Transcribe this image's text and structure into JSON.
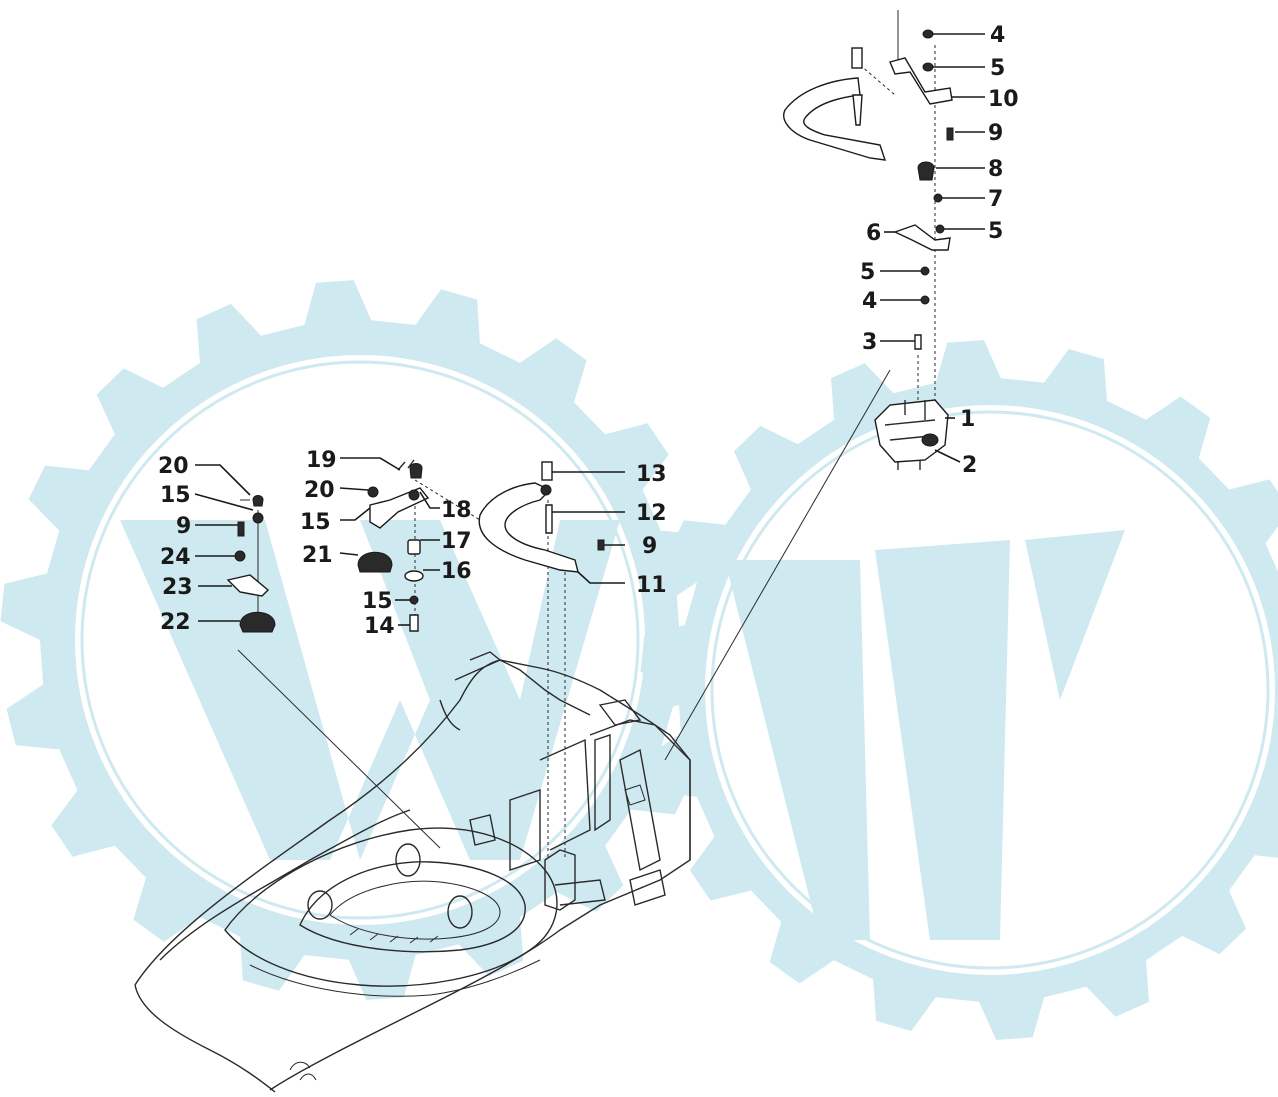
{
  "diagram": {
    "watermark_color": "#cfe9f1",
    "ink_color": "#1a1a1a",
    "callouts": [
      {
        "id": "c4a",
        "label": "4"
      },
      {
        "id": "c5a",
        "label": "5"
      },
      {
        "id": "c10",
        "label": "10"
      },
      {
        "id": "c9a",
        "label": "9"
      },
      {
        "id": "c8",
        "label": "8"
      },
      {
        "id": "c7",
        "label": "7"
      },
      {
        "id": "c6",
        "label": "6"
      },
      {
        "id": "c5b",
        "label": "5"
      },
      {
        "id": "c5c",
        "label": "5"
      },
      {
        "id": "c4b",
        "label": "4"
      },
      {
        "id": "c3",
        "label": "3"
      },
      {
        "id": "c1",
        "label": "1"
      },
      {
        "id": "c2",
        "label": "2"
      },
      {
        "id": "c13",
        "label": "13"
      },
      {
        "id": "c12",
        "label": "12"
      },
      {
        "id": "c9b",
        "label": "9"
      },
      {
        "id": "c11",
        "label": "11"
      },
      {
        "id": "c19",
        "label": "19"
      },
      {
        "id": "c20a",
        "label": "20"
      },
      {
        "id": "c15a",
        "label": "15"
      },
      {
        "id": "c18",
        "label": "18"
      },
      {
        "id": "c21",
        "label": "21"
      },
      {
        "id": "c17",
        "label": "17"
      },
      {
        "id": "c16",
        "label": "16"
      },
      {
        "id": "c15b",
        "label": "15"
      },
      {
        "id": "c14",
        "label": "14"
      },
      {
        "id": "c20b",
        "label": "20"
      },
      {
        "id": "c15c",
        "label": "15"
      },
      {
        "id": "c9c",
        "label": "9"
      },
      {
        "id": "c24",
        "label": "24"
      },
      {
        "id": "c23",
        "label": "23"
      },
      {
        "id": "c22",
        "label": "22"
      }
    ]
  }
}
